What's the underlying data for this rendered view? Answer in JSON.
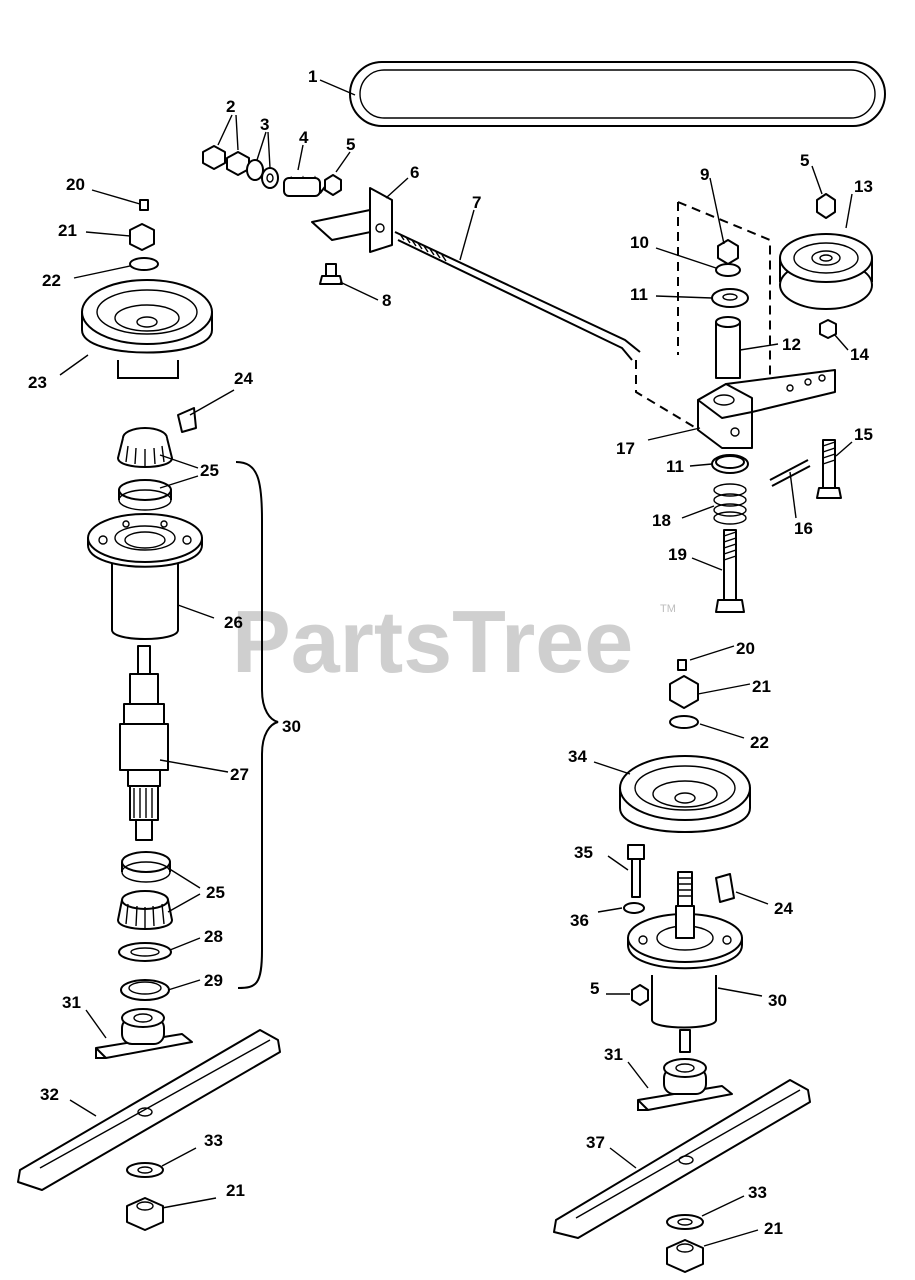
{
  "watermark": {
    "brand": "PartsTree",
    "trademark": "TM"
  },
  "callouts": {
    "c1": "1",
    "c2": "2",
    "c3": "3",
    "c4": "4",
    "c5a": "5",
    "c5b": "5",
    "c5c": "5",
    "c6": "6",
    "c7": "7",
    "c8": "8",
    "c9": "9",
    "c10": "10",
    "c11a": "11",
    "c11b": "11",
    "c12": "12",
    "c13": "13",
    "c14": "14",
    "c15": "15",
    "c16": "16",
    "c17": "17",
    "c18": "18",
    "c19": "19",
    "c20a": "20",
    "c20b": "20",
    "c21a": "21",
    "c21b": "21",
    "c21c": "21",
    "c21d": "21",
    "c22a": "22",
    "c22b": "22",
    "c23": "23",
    "c24a": "24",
    "c24b": "24",
    "c25a": "25",
    "c25b": "25",
    "c26": "26",
    "c27": "27",
    "c28": "28",
    "c29": "29",
    "c30a": "30",
    "c30b": "30",
    "c31a": "31",
    "c31b": "31",
    "c32": "32",
    "c33a": "33",
    "c33b": "33",
    "c34": "34",
    "c35": "35",
    "c36": "36",
    "c37": "37"
  }
}
